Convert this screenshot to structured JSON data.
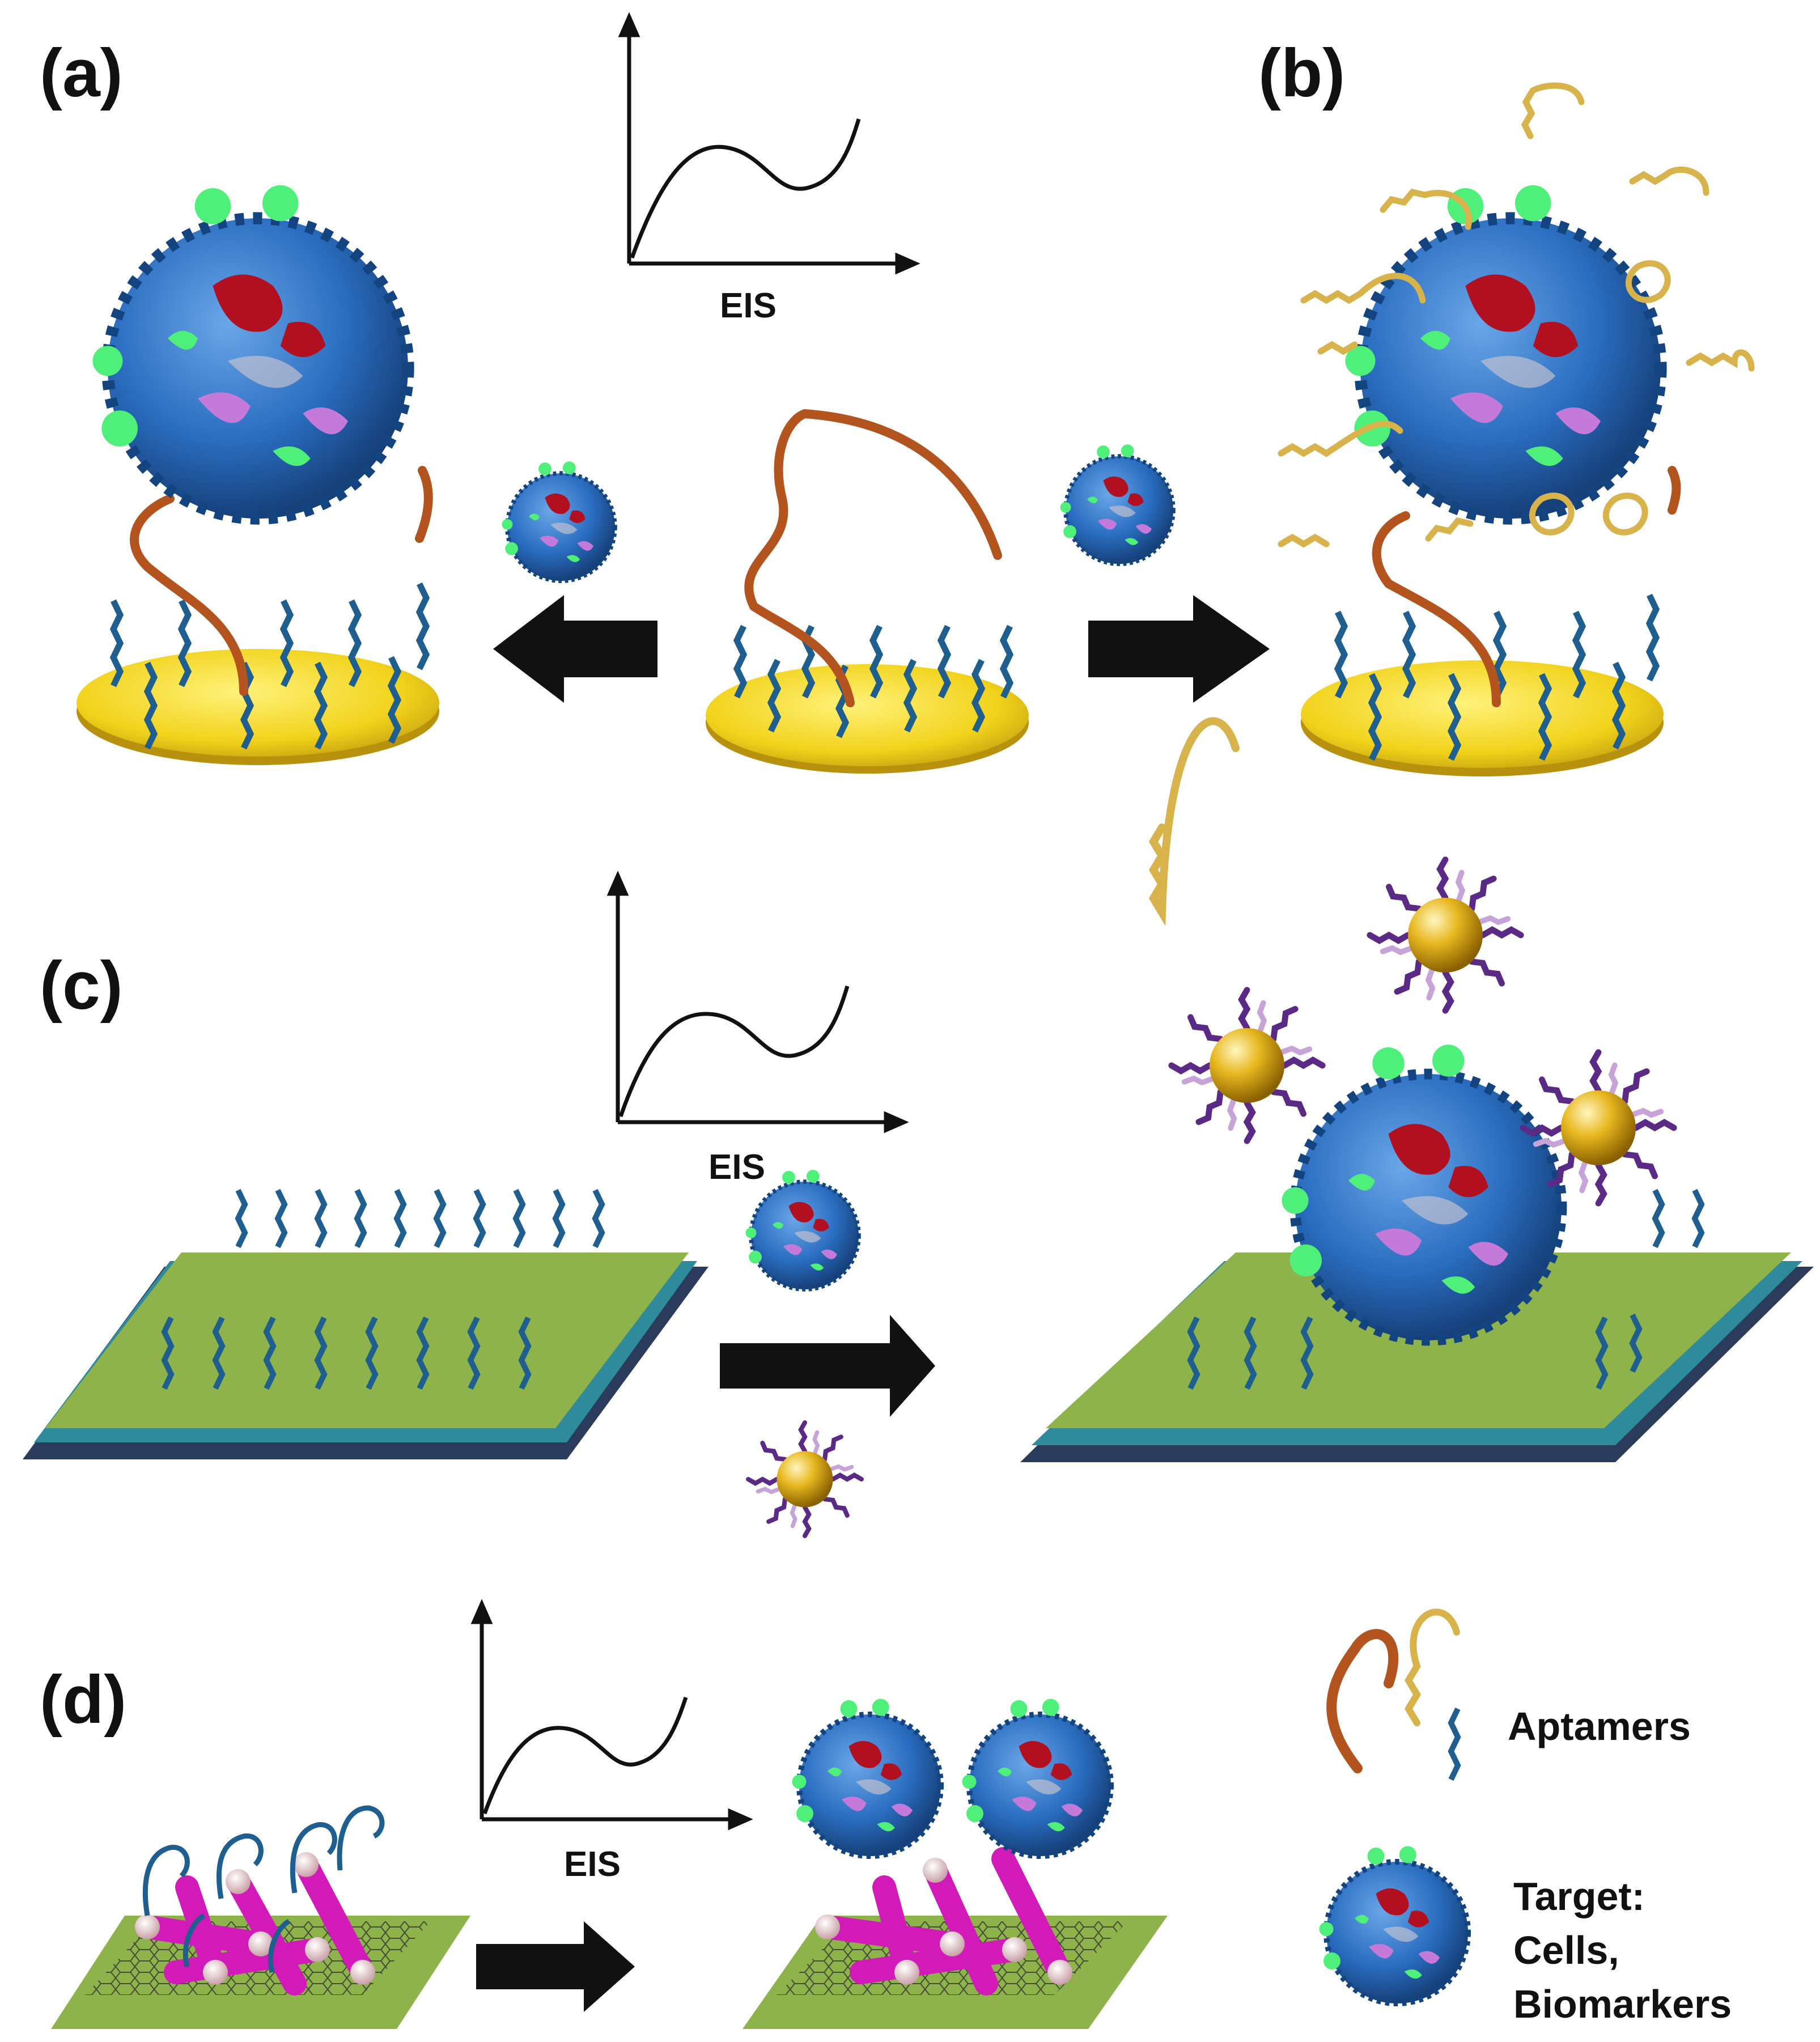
{
  "panels": {
    "a": "(a)",
    "b": "(b)",
    "c": "(c)",
    "d": "(d)"
  },
  "plots": {
    "eis_label": "EIS"
  },
  "legend": {
    "aptamers_label": "Aptamers",
    "target_line1": "Target:",
    "target_line2": "Cells,",
    "target_line3": "Biomarkers"
  },
  "colors": {
    "gold_disk": "#f2d21b",
    "gold_disk_edge": "#b8920d",
    "blue_aptamer": "#1f5f8f",
    "brown_aptamer": "#b3541e",
    "yellow_aptamer": "#d8b24a",
    "cell_blue": "#2a6dc0",
    "cell_red": "#b01020",
    "cell_violet": "#c47ad9",
    "cell_green": "#4ef07a",
    "substrate_green": "#8db34a",
    "substrate_teal": "#2f8a9c",
    "substrate_navy": "#2b3b5c",
    "nanoparticle_gold": "#e8b820",
    "nanoparticle_ligand": "#5a2a86",
    "mof_magenta": "#d11ab8",
    "arrow_black": "#111111"
  },
  "icons": [
    "gold-electrode-icon",
    "cell-target-icon",
    "aptamer-icon",
    "gold-nanoparticle-icon",
    "graphene-substrate-icon",
    "arrow-right-icon",
    "arrow-left-icon",
    "eis-plot-icon"
  ]
}
